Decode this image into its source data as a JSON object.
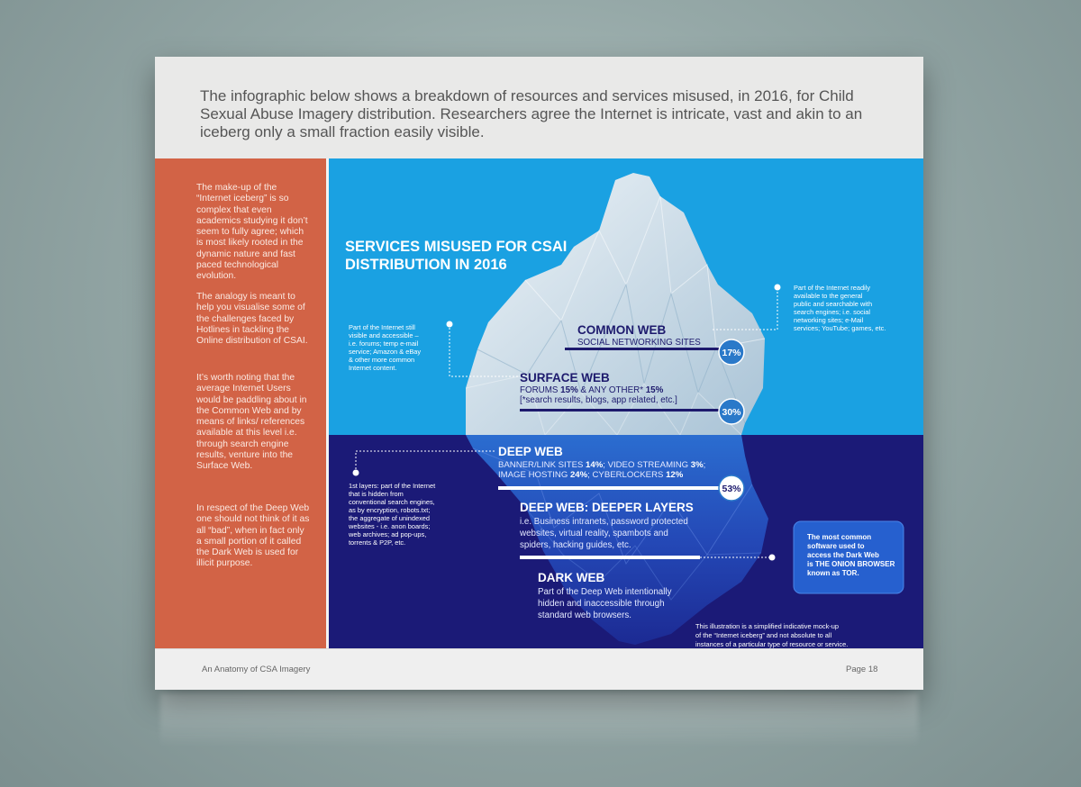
{
  "intro": "The infographic below shows a breakdown of resources and services misused, in 2016, for Child Sexual Abuse Imagery distribution. Researchers agree the Internet is intricate, vast and akin to an iceberg only a small fraction easily visible.",
  "sidebar": {
    "p1": "The make-up of the “Internet iceberg” is so complex that even academics studying it don’t seem to fully agree; which is most likely rooted in the dynamic nature and fast paced technological evolution.",
    "p2": "The analogy is meant to help you visualise some of the challenges faced by Hotlines in tackling the Online distribution of CSAI.",
    "p3": "It’s worth noting that the average Internet Users would be paddling about in the Common Web and by means of links/ references available at this level i.e. through search engine results, venture into the Surface Web.",
    "p4": "In respect of the Deep Web one should not think of it as all “bad”, when in fact only a small portion of it called the Dark Web is used for illicit purpose."
  },
  "infographic": {
    "title_lines": [
      "SERVICES MISUSED FOR CSAI",
      "DISTRIBUTION IN 2016"
    ],
    "common_web": {
      "heading": "COMMON WEB",
      "sub": "SOCIAL NETWORKING SITES",
      "percent": "17%",
      "note_lines": [
        "Part of the Internet readily",
        "available to the general",
        "public and searchable with",
        "search engines; i.e. social",
        "networking sites; e-Mail",
        "services; YouTube; games, etc."
      ]
    },
    "surface_web": {
      "heading": "SURFACE WEB",
      "sub_prefix": "FORUMS ",
      "sub_pct1": "15%",
      "sub_mid": " & ANY OTHER* ",
      "sub_pct2": "15%",
      "sub2": "[*search results, blogs, app related, etc.]",
      "percent": "30%",
      "note_lines": [
        "Part of the Internet still",
        "visible and accessible –",
        "i.e. forums; temp e-mail",
        "service; Amazon & eBay",
        "& other more common",
        "Internet content."
      ]
    },
    "deep_web": {
      "heading": "DEEP WEB",
      "line1_a": "BANNER/LINK SITES ",
      "line1_b": "14%",
      "line1_c": "; VIDEO STREAMING ",
      "line1_d": "3%",
      "line1_e": ";",
      "line2_a": "IMAGE HOSTING ",
      "line2_b": "24%",
      "line2_c": "; CYBERLOCKERS ",
      "line2_d": "12%",
      "percent": "53%",
      "note_lines": [
        "1st layers: part of the Internet",
        "that is hidden from",
        "conventional search engines,",
        "as by encryption, robots.txt;",
        "the aggregate of unindexed",
        "websites - i.e. anon boards;",
        "web archives; ad pop-ups,",
        "torrents & P2P, etc."
      ]
    },
    "deeper_layers": {
      "heading": "DEEP WEB: DEEPER LAYERS",
      "lines": [
        "i.e. Business intranets, password protected",
        "websites, virtual reality, spambots and",
        "spiders, hacking guides, etc."
      ]
    },
    "dark_web": {
      "heading": "DARK WEB",
      "lines": [
        "Part of the Deep Web intentionally",
        "hidden and inaccessible through",
        "standard web browsers."
      ]
    },
    "tor_box": {
      "line1": "The most common",
      "line2": "software used to",
      "line3a": "access the Dark Web",
      "line4a": "is ",
      "line4b": "THE ONION BROWSER",
      "line5a": "known as ",
      "line5b": "TOR",
      "line5c": "."
    },
    "disclaimer_lines": [
      "This illustration is a simplified indicative mock-up",
      "of the “Internet iceberg” and not absolute to all",
      "instances of a particular type of resource or service."
    ]
  },
  "footer": {
    "left": "An Anatomy of CSA Imagery",
    "right": "Page 18"
  },
  "colors": {
    "sky": "#1aa1e2",
    "deep": "#1b1a77",
    "sidebar": "#d26346",
    "badge": "#2a79c9"
  }
}
